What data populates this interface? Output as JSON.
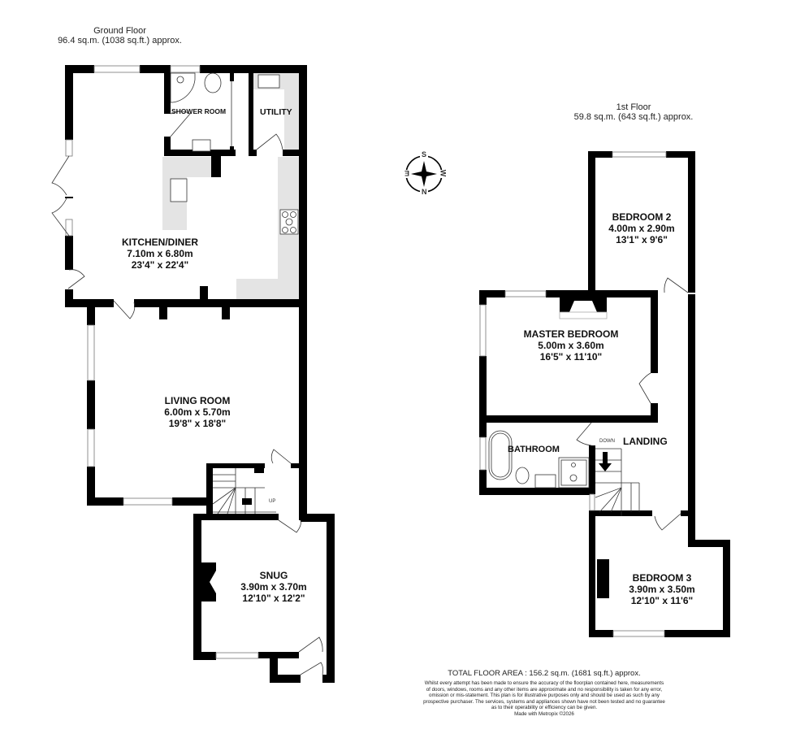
{
  "ground_floor": {
    "title": "Ground Floor",
    "area": "96.4 sq.m. (1038 sq.ft.) approx.",
    "rooms": [
      {
        "name": "KITCHEN/DINER",
        "metric": "7.10m  x 6.80m",
        "imperial": "23'4\"  x 22'4\""
      },
      {
        "name": "LIVING ROOM",
        "metric": "6.00m  x 5.70m",
        "imperial": "19'8\"  x 18'8\""
      },
      {
        "name": "SNUG",
        "metric": "3.90m  x 3.70m",
        "imperial": "12'10\"  x 12'2\""
      }
    ],
    "small_rooms": [
      "SHOWER ROOM",
      "UTILITY"
    ],
    "stairs_label": "UP"
  },
  "first_floor": {
    "title": "1st Floor",
    "area": "59.8 sq.m. (643 sq.ft.) approx.",
    "rooms": [
      {
        "name": "BEDROOM 2",
        "metric": "4.00m  x 2.90m",
        "imperial": "13'1\"  x 9'6\""
      },
      {
        "name": "MASTER BEDROOM",
        "metric": "5.00m  x 3.60m",
        "imperial": "16'5\"  x 11'10\""
      },
      {
        "name": "BEDROOM 3",
        "metric": "3.90m  x 3.50m",
        "imperial": "12'10\"  x 11'6\""
      }
    ],
    "small_rooms": [
      "BATHROOM",
      "LANDING"
    ],
    "stairs_label": "DOWN"
  },
  "compass": {
    "top": "S",
    "bottom": "N",
    "left": "E",
    "right": "W"
  },
  "footer": {
    "total": "TOTAL FLOOR AREA : 156.2 sq.m. (1681 sq.ft.) approx.",
    "disclaimer_lines": [
      "Whilst every attempt has been made to ensure the accuracy of the floorplan contained here, measurements",
      "of doors, windows, rooms and any other items are approximate and no responsibility is taken for any error,",
      "omission or mis-statement. This plan is for illustrative purposes only and should be used as such by any",
      "prospective purchaser. The services, systems and appliances shown have not been tested and no guarantee",
      "as to their operability or efficiency can be given."
    ],
    "credit": "Made with Metropix ©2026"
  },
  "colors": {
    "wall": "#000000",
    "counter": "#e4e4e4",
    "window": "#ffffff",
    "text": "#111111"
  }
}
